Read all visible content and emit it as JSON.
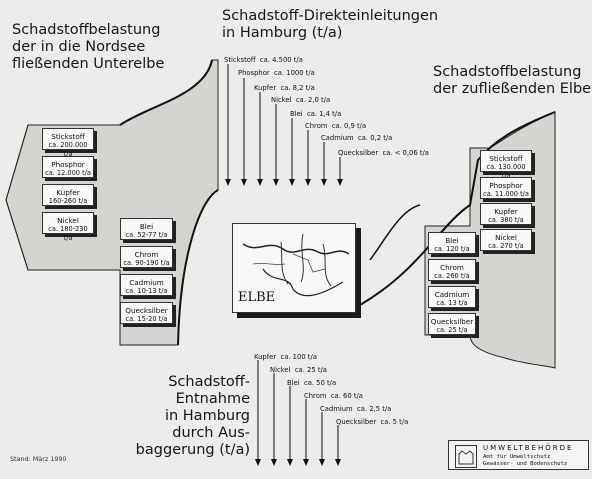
{
  "titles": {
    "left": [
      "Schadstoffbelastung",
      "der in die Nordsee",
      "fließenden Unterelbe"
    ],
    "top": [
      "Schadstoff-Direkteinleitungen",
      "in Hamburg (t/a)"
    ],
    "right": [
      "Schadstoffbelastung",
      "der zufließenden Elbe"
    ],
    "bottom": [
      "Schadstoff-",
      "Entnahme",
      "in Hamburg",
      "durch Aus-",
      "baggerung (t/a)"
    ]
  },
  "left_outer": [
    {
      "name": "Stickstoff",
      "value": "ca. 200.000 t/a"
    },
    {
      "name": "Phosphor",
      "value": "ca. 12.000 t/a"
    },
    {
      "name": "Kupfer",
      "value": "160-260 t/a"
    },
    {
      "name": "Nickel",
      "value": "ca. 180-230 t/a"
    }
  ],
  "left_inner": [
    {
      "name": "Blei",
      "value": "ca. 52-77 t/a"
    },
    {
      "name": "Chrom",
      "value": "ca. 90-190 t/a"
    },
    {
      "name": "Cadmium",
      "value": "ca. 10-13 t/a"
    },
    {
      "name": "Quecksilber",
      "value": "ca. 15-20 t/a"
    }
  ],
  "right_outer": [
    {
      "name": "Stickstoff",
      "value": "ca. 130.000 t/a"
    },
    {
      "name": "Phosphor",
      "value": "ca. 11.000 t/a"
    },
    {
      "name": "Kupfer",
      "value": "ca. 380 t/a"
    },
    {
      "name": "Nickel",
      "value": "ca. 270 t/a"
    }
  ],
  "right_inner": [
    {
      "name": "Blei",
      "value": "ca. 120 t/a"
    },
    {
      "name": "Chrom",
      "value": "ca. 260 t/a"
    },
    {
      "name": "Cadmium",
      "value": "ca. 13 t/a"
    },
    {
      "name": "Quecksilber",
      "value": "ca. 25 t/a"
    }
  ],
  "inflow": [
    {
      "name": "Stickstoff",
      "value": "ca. 4.500 t/a"
    },
    {
      "name": "Phosphor",
      "value": "ca. 1000 t/a"
    },
    {
      "name": "Kupfer",
      "value": "ca. 8,2 t/a"
    },
    {
      "name": "Nickel",
      "value": "ca. 2,0 t/a"
    },
    {
      "name": "Blei",
      "value": "ca. 1,4 t/a"
    },
    {
      "name": "Chrom",
      "value": "ca. 0,9 t/a"
    },
    {
      "name": "Cadmium",
      "value": "ca. 0,2 t/a"
    },
    {
      "name": "Quecksilber",
      "value": "ca. < 0,06 t/a"
    }
  ],
  "dredge": [
    {
      "name": "Kupfer",
      "value": "ca. 100 t/a"
    },
    {
      "name": "Nickel",
      "value": "ca. 25 t/a"
    },
    {
      "name": "Blei",
      "value": "ca. 50 t/a"
    },
    {
      "name": "Chrom",
      "value": "ca. 60 t/a"
    },
    {
      "name": "Cadmium",
      "value": "ca. 2,5 t/a"
    },
    {
      "name": "Quecksilber",
      "value": "ca. 5 t/a"
    }
  ],
  "map_label": "ELBE",
  "stand": "Stand: März 1990",
  "logo": {
    "line1": "UMWELTBEHÖRDE",
    "line2": "Amt für Umweltschutz",
    "line3": "Gewässer- und Bodenschutz"
  }
}
